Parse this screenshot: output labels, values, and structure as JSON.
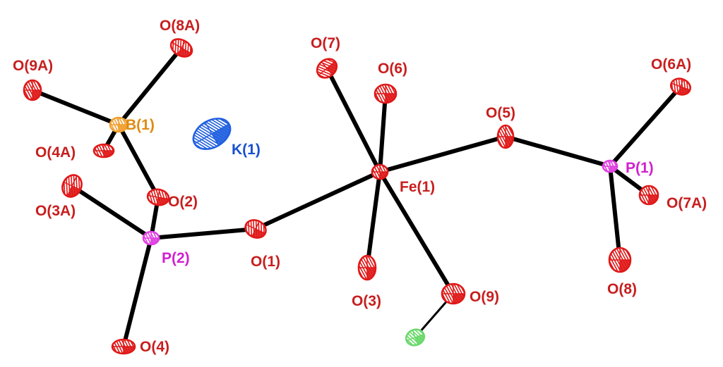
{
  "colors": {
    "bond": "#000000",
    "O": "#e01818",
    "Fe": "#e01818",
    "P": "#e040e0",
    "B": "#f0a030",
    "K": "#2060e0",
    "H": "#6ad86a",
    "label_default": "#c81e1e",
    "label_P": "#d020d0",
    "label_B": "#e08a10",
    "label_K": "#1a50d0"
  },
  "atoms": [
    {
      "id": "fe1",
      "element": "Fe",
      "label": "Fe(1)"
    },
    {
      "id": "o1",
      "element": "O",
      "label": "O(1)"
    },
    {
      "id": "o2",
      "element": "O",
      "label": "O(2)"
    },
    {
      "id": "o3",
      "element": "O",
      "label": "O(3)"
    },
    {
      "id": "o5",
      "element": "O",
      "label": "O(5)"
    },
    {
      "id": "o6",
      "element": "O",
      "label": "O(6)"
    },
    {
      "id": "o7",
      "element": "O",
      "label": "O(7)"
    },
    {
      "id": "o8",
      "element": "O",
      "label": "O(8)"
    },
    {
      "id": "o9",
      "element": "O",
      "label": "O(9)"
    },
    {
      "id": "p1",
      "element": "P",
      "label": "P(1)"
    },
    {
      "id": "p2",
      "element": "P",
      "label": "P(2)"
    },
    {
      "id": "b1",
      "element": "B",
      "label": "B(1)"
    },
    {
      "id": "k1",
      "element": "K",
      "label": "K(1)"
    },
    {
      "id": "o3a",
      "element": "O",
      "label": "O(3A)"
    },
    {
      "id": "o4",
      "element": "O",
      "label": "O(4)"
    },
    {
      "id": "o4a",
      "element": "O",
      "label": "O(4A)"
    },
    {
      "id": "o6a",
      "element": "O",
      "label": "O(6A)"
    },
    {
      "id": "o7a",
      "element": "O",
      "label": "O(7A)"
    },
    {
      "id": "o8a",
      "element": "O",
      "label": "O(8A)"
    },
    {
      "id": "o9a",
      "element": "O",
      "label": "O(9A)"
    },
    {
      "id": "h9",
      "element": "H",
      "label": ""
    }
  ],
  "bonds": [
    [
      "fe1",
      "o7"
    ],
    [
      "fe1",
      "o6"
    ],
    [
      "fe1",
      "o5"
    ],
    [
      "fe1",
      "o1"
    ],
    [
      "fe1",
      "o3"
    ],
    [
      "fe1",
      "o9"
    ],
    [
      "o5",
      "p1"
    ],
    [
      "p1",
      "o6a"
    ],
    [
      "p1",
      "o7a"
    ],
    [
      "p1",
      "o8"
    ],
    [
      "o1",
      "p2"
    ],
    [
      "p2",
      "o2"
    ],
    [
      "p2",
      "o3a"
    ],
    [
      "p2",
      "o4"
    ],
    [
      "o2",
      "b1"
    ],
    [
      "b1",
      "o8a"
    ],
    [
      "b1",
      "o9a"
    ],
    [
      "b1",
      "o4a"
    ],
    [
      "o9",
      "h9"
    ]
  ]
}
